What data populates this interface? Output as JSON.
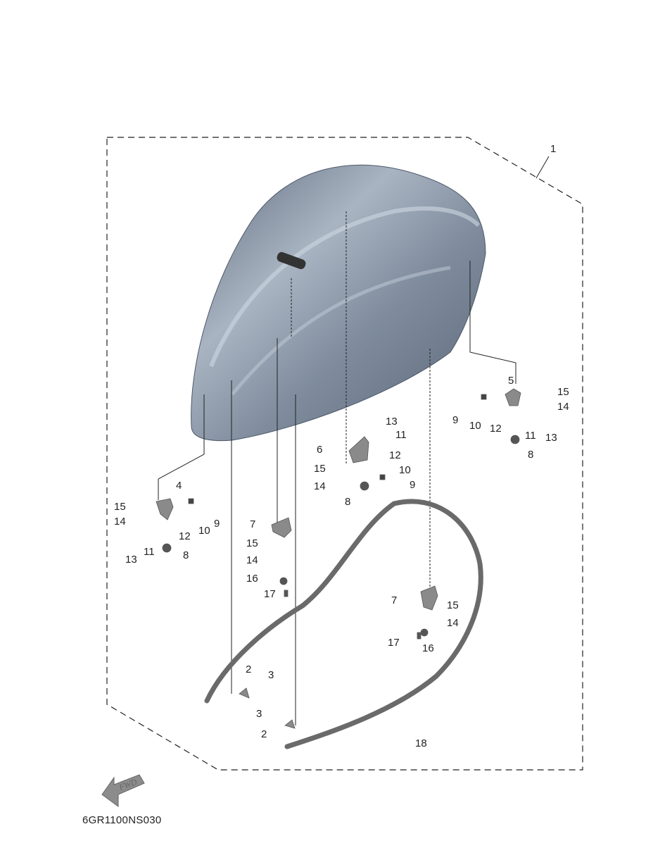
{
  "diagram_code": "6GR1100NS030",
  "fwd_label": "FWD",
  "fwd_icon": "fwd-arrow-icon",
  "colors": {
    "cover": "#7e8b9c",
    "parts": "#8a8a8a",
    "gasket": "#6a6a6a",
    "lines": "#222222"
  },
  "callouts": [
    "1",
    "5",
    "15",
    "14",
    "9",
    "10",
    "12",
    "11",
    "13",
    "8",
    "13",
    "11",
    "6",
    "12",
    "15",
    "10",
    "14",
    "9",
    "8",
    "4",
    "15",
    "14",
    "12",
    "10",
    "9",
    "13",
    "11",
    "8",
    "7",
    "15",
    "14",
    "16",
    "17",
    "7",
    "15",
    "14",
    "17",
    "16",
    "2",
    "3",
    "3",
    "2",
    "18"
  ]
}
